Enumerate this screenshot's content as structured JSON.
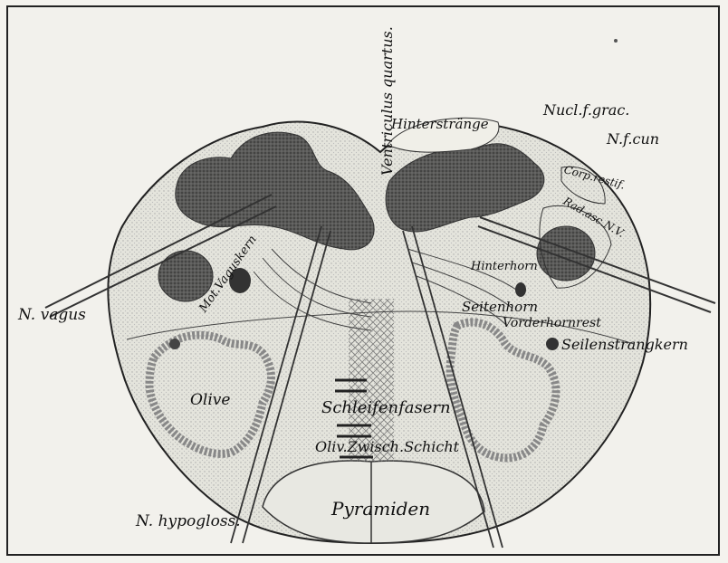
{
  "labels": {
    "ventriculus": "Ventriculus quartus.",
    "hinterstraenge": "Hinterstränge",
    "nucl_f_grac": "Nucl.f.grac.",
    "n_f_cun": "N.f.cun",
    "corp_restif": "Corp.restif.",
    "rad_asc": "Rad.asc.N.V.",
    "hinterhorn": "Hinterhorn",
    "seitenhorn": "Seitenhorn",
    "vorderhornrest": "Vorderhornrest",
    "seitenstrangkern": "Seilenstrangkern",
    "mot_vaguskern": "Mot.Vaguskern",
    "n_vagus": "N. vagus",
    "olive": "Olive",
    "schleifenfasern": "Schleifenfasern",
    "oliv_zwisch": "Oliv.Zwisch.Schicht",
    "pyramiden": "Pyramiden",
    "n_hypogloss": "N. hypogloss."
  }
}
